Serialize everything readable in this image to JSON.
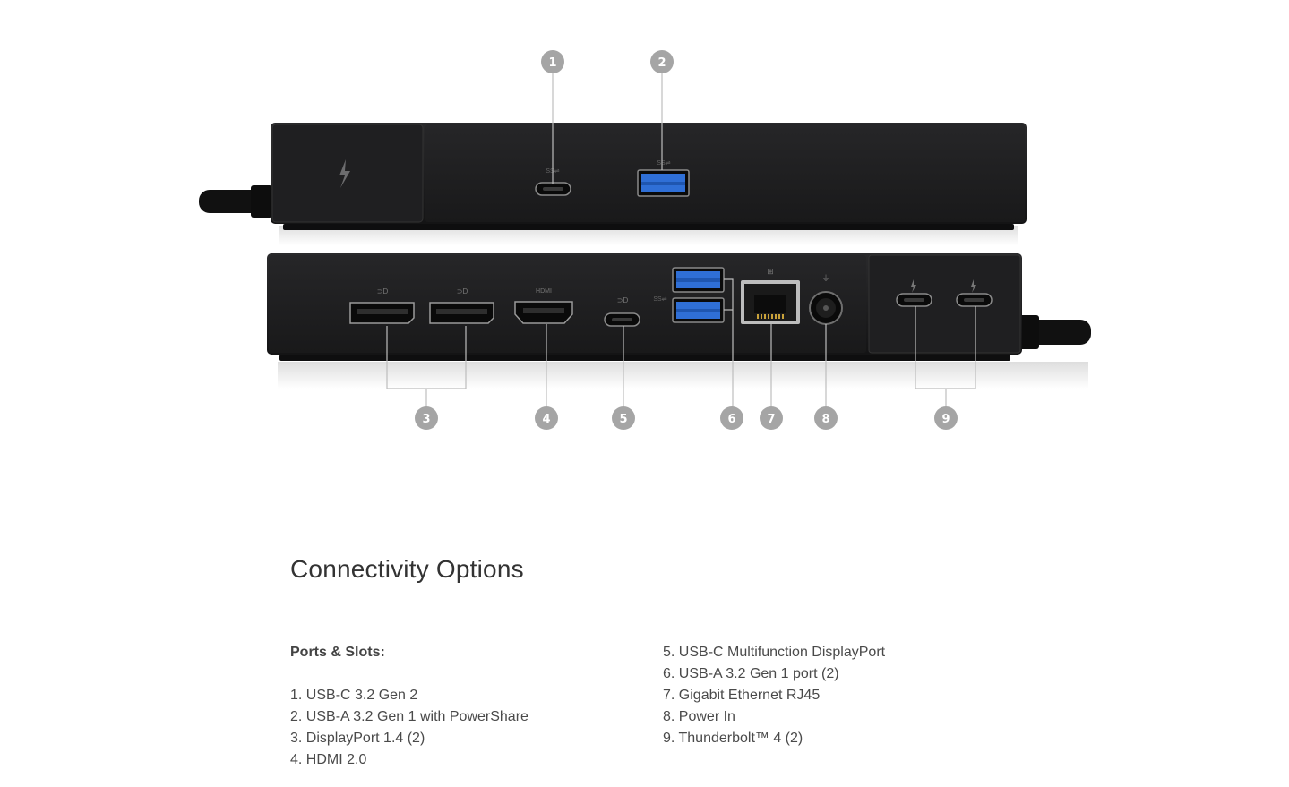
{
  "figure": {
    "callouts": [
      "1",
      "2",
      "3",
      "4",
      "5",
      "6",
      "7",
      "8",
      "9"
    ],
    "colors": {
      "dock_body": "#1c1c1e",
      "usb_a_blue": "#2f6fd6",
      "callout_badge": "#a5a5a5",
      "leader_line": "#bdbdbd"
    }
  },
  "section": {
    "title": "Connectivity Options",
    "ports_heading": "Ports & Slots:",
    "left_items": [
      "1. USB-C 3.2 Gen 2",
      "2. USB-A 3.2 Gen 1 with PowerShare",
      "3. DisplayPort 1.4 (2)",
      "4. HDMI 2.0"
    ],
    "right_items": [
      "5. USB-C Multifunction DisplayPort",
      "6. USB-A 3.2 Gen 1 port (2)",
      "7. Gigabit Ethernet RJ45",
      "8. Power In",
      "9. Thunderbolt™ 4 (2)"
    ]
  }
}
